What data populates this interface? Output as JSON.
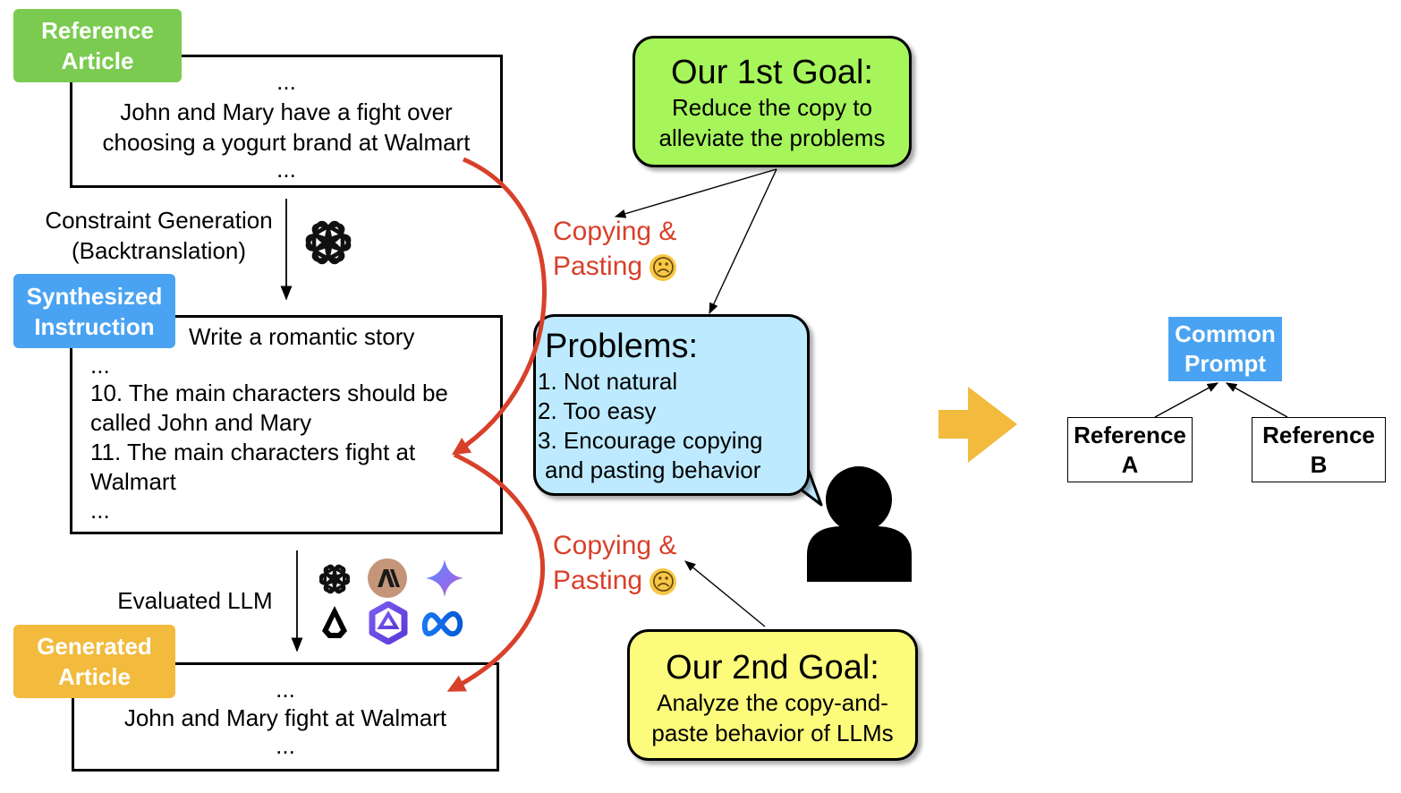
{
  "reference_article": {
    "tag": [
      "Reference",
      "Article"
    ],
    "lines": [
      "...",
      "John and Mary have a fight over",
      "choosing a yogurt brand at Walmart",
      "..."
    ]
  },
  "constraint_generation": {
    "line1": "Constraint Generation",
    "line2": "(Backtranslation)"
  },
  "synthesized_instruction": {
    "tag": [
      "Synthesized",
      "Instruction"
    ],
    "first_line": "Write a romantic story",
    "lines": [
      "...",
      "10. The main characters should be",
      "called John and Mary",
      "11. The main characters fight at",
      "Walmart",
      "..."
    ]
  },
  "evaluated_llm": {
    "label": "Evaluated LLM"
  },
  "generated_article": {
    "tag": [
      "Generated",
      "Article"
    ],
    "lines": [
      "...",
      "John and Mary fight at Walmart",
      "..."
    ]
  },
  "goal1": {
    "title": "Our 1st Goal:",
    "body": [
      "Reduce the copy to",
      "alleviate the problems"
    ],
    "color": "#a6f55b"
  },
  "copying1": {
    "line1": "Copying &",
    "line2": "Pasting",
    "emoji": "☹"
  },
  "copying2": {
    "line1": "Copying &",
    "line2": "Pasting",
    "emoji": "☹"
  },
  "problems": {
    "title": "Problems:",
    "items": [
      "1. Not natural",
      "2. Too easy",
      "3. Encourage copying",
      "and pasting behavior"
    ],
    "color": "#bdeaff"
  },
  "goal2": {
    "title": "Our 2nd Goal:",
    "body": [
      "Analyze the copy-and-",
      "paste behavior of LLMs"
    ],
    "color": "#fdfb7c"
  },
  "common_prompt": {
    "lines": [
      "Common",
      "Prompt"
    ]
  },
  "reference_a": {
    "lines": [
      "Reference",
      "A"
    ]
  },
  "reference_b": {
    "lines": [
      "Reference",
      "B"
    ]
  },
  "colors": {
    "tag_green": "#7acb4f",
    "tag_blue": "#4aa3f2",
    "tag_orange": "#f2bb3e",
    "red_arrow": "#d8402a",
    "yellow_arrow": "#f2bb3e",
    "common_prompt_bg": "#4aa3f2"
  },
  "icons": [
    "openai-icon",
    "anthropic-icon",
    "gemini-icon",
    "lama-icon",
    "qwen-icon",
    "meta-icon",
    "person-icon",
    "right-arrow-icon"
  ]
}
